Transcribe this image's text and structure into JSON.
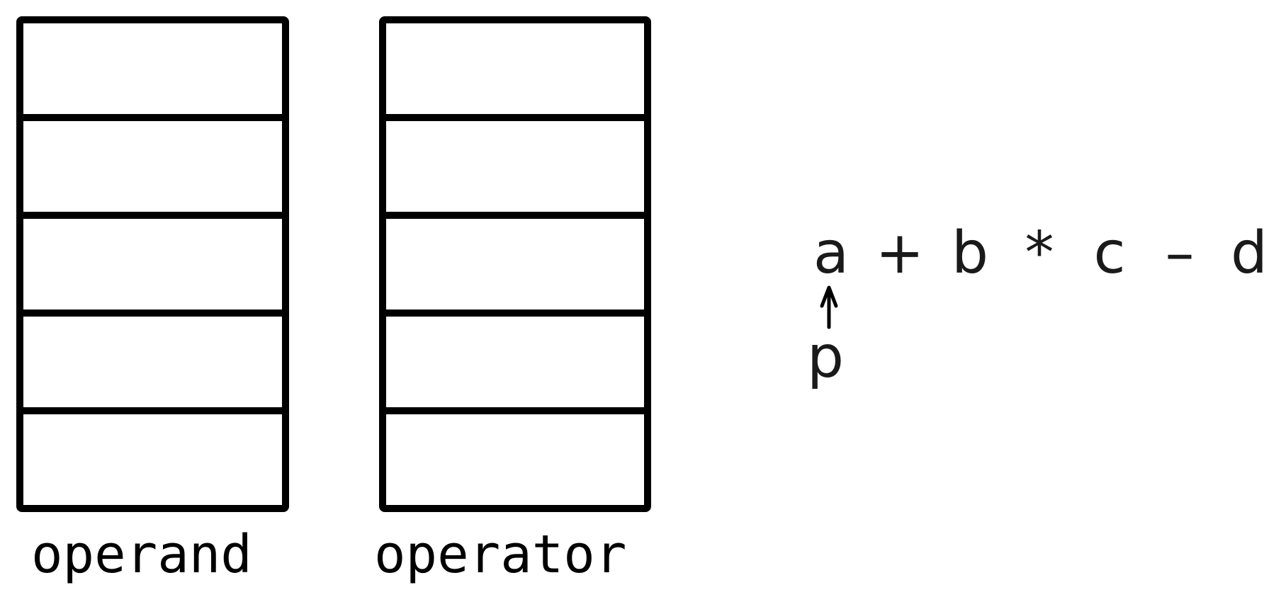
{
  "stacks": {
    "operand": {
      "label": "operand",
      "cells": 5
    },
    "operator": {
      "label": "operator",
      "cells": 5
    }
  },
  "expression": {
    "tokens": [
      "a",
      "+",
      "b",
      "*",
      "c",
      "–",
      "d"
    ]
  },
  "pointer": {
    "label": "p",
    "points_to_token": 0
  },
  "colors": {
    "stroke": "#000000",
    "text": "#1a1a1a",
    "background": "#ffffff"
  }
}
